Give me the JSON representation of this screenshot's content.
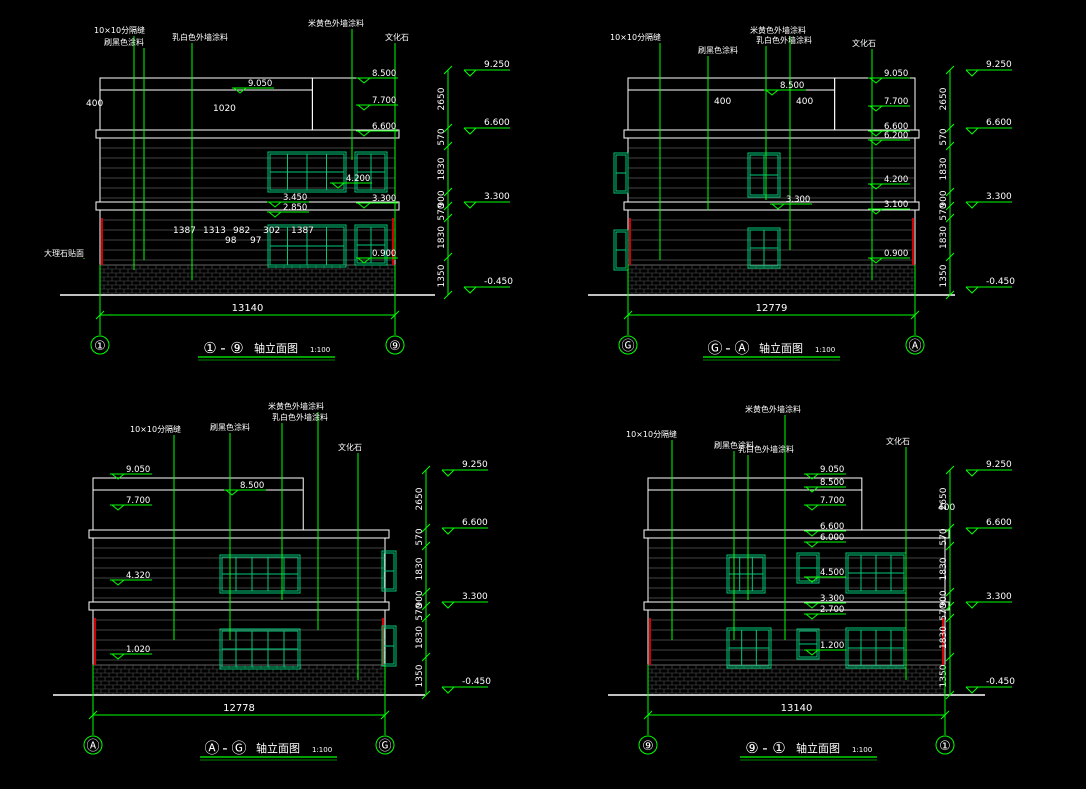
{
  "colors": {
    "background": "#000000",
    "line": "#ffffff",
    "dimension": "#00ff00",
    "window": "#00c878",
    "accent": "#d00000",
    "level_text": "#ffffff"
  },
  "elevations": [
    {
      "id": "1-9",
      "title": "①-⑨ 轴立面图",
      "title_left": "①",
      "title_mid": "⑨",
      "title_rest": "轴立面图",
      "scale": "1:100",
      "width_dim": "13140",
      "axis_left": "①",
      "axis_right": "⑨",
      "notes": [
        "10×10分隔缝",
        "刷黑色涂料",
        "乳白色外墙涂料",
        "米黄色外墙涂料",
        "文化石",
        "大理石贴面"
      ],
      "levels": [
        "9.050",
        "8.500",
        "7.700",
        "6.600",
        "4.200",
        "3.450",
        "3.300",
        "2.850",
        "0.900"
      ],
      "small_dims": [
        "400",
        "1020",
        "1387",
        "1313",
        "982",
        "302",
        "1387",
        "98",
        "97"
      ],
      "right_levels": [
        "9.250",
        "6.600",
        "3.300",
        "-0.450"
      ],
      "vertical_dims": [
        "2650",
        "570",
        "1830",
        "900",
        "570",
        "1830",
        "1350"
      ]
    },
    {
      "id": "G-A",
      "title": "Ⓖ-Ⓐ 轴立面图",
      "title_left": "Ⓖ",
      "title_mid": "Ⓐ",
      "title_rest": "轴立面图",
      "scale": "1:100",
      "width_dim": "12779",
      "axis_left": "Ⓖ",
      "axis_right": "Ⓐ",
      "notes": [
        "10×10分隔缝",
        "刷黑色涂料",
        "米黄色外墙涂料",
        "乳白色外墙涂料",
        "文化石"
      ],
      "levels": [
        "9.050",
        "8.500",
        "7.700",
        "6.600",
        "6.200",
        "4.200",
        "3.300",
        "3.100",
        "0.900"
      ],
      "small_dims": [
        "400",
        "400"
      ],
      "right_levels": [
        "9.250",
        "6.600",
        "3.300",
        "-0.450"
      ],
      "vertical_dims": [
        "2650",
        "570",
        "1830",
        "900",
        "570",
        "1830",
        "1350"
      ]
    },
    {
      "id": "A-G",
      "title": "Ⓐ-Ⓖ 轴立面图",
      "title_left": "Ⓐ",
      "title_mid": "Ⓖ",
      "title_rest": "轴立面图",
      "scale": "1:100",
      "width_dim": "12778",
      "axis_left": "Ⓐ",
      "axis_right": "Ⓖ",
      "notes": [
        "10×10分隔缝",
        "刷黑色涂料",
        "米黄色外墙涂料",
        "乳白色外墙涂料",
        "文化石"
      ],
      "levels": [
        "9.050",
        "8.500",
        "7.700",
        "4.320",
        "1.020"
      ],
      "small_dims": [],
      "right_levels": [
        "9.250",
        "6.600",
        "3.300",
        "-0.450"
      ],
      "vertical_dims": [
        "2650",
        "570",
        "1830",
        "900",
        "570",
        "1830",
        "1350"
      ]
    },
    {
      "id": "9-1",
      "title": "⑨-① 轴立面图",
      "title_left": "⑨",
      "title_mid": "①",
      "title_rest": "轴立面图",
      "scale": "1:100",
      "width_dim": "13140",
      "axis_left": "⑨",
      "axis_right": "①",
      "notes": [
        "10×10分隔缝",
        "刷黑色涂料",
        "米黄色外墙涂料",
        "乳白色外墙涂料",
        "文化石"
      ],
      "levels": [
        "9.050",
        "8.500",
        "7.700",
        "6.600",
        "6.000",
        "4.500",
        "3.300",
        "2.700",
        "1.200"
      ],
      "small_dims": [
        "400"
      ],
      "right_levels": [
        "9.250",
        "6.600",
        "3.300",
        "-0.450"
      ],
      "vertical_dims": [
        "2650",
        "570",
        "1830",
        "900",
        "570",
        "1830",
        "1350"
      ]
    }
  ]
}
